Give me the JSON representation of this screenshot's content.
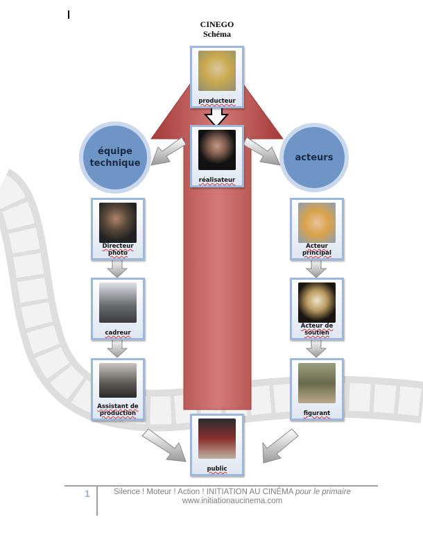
{
  "header": {
    "title": "CINEGO",
    "subtitle": "Schéma"
  },
  "nodes": {
    "producteur": "producteur",
    "realisateur": "réalisateur",
    "equipe_technique": "équipe technique",
    "acteurs": "acteurs",
    "directeur_photo": "Directeur photo",
    "cadreur": "cadreur",
    "assistant_production": "Assistant de production",
    "acteur_principal": "Acteur principal",
    "acteur_soutien": "Acteur de soutien",
    "figurant": "figurant",
    "public": "public"
  },
  "footer": {
    "page_number": "1",
    "line1": "Silence ! Moteur ! Action ! INITIATION AU CINÉMA",
    "line1_italic": "pour le primaire",
    "line2": "www.initiationaucinema.com"
  },
  "colors": {
    "arrow_red": "#c0504d",
    "circle_blue": "#6f95c6",
    "card_border": "#9db8dc"
  }
}
